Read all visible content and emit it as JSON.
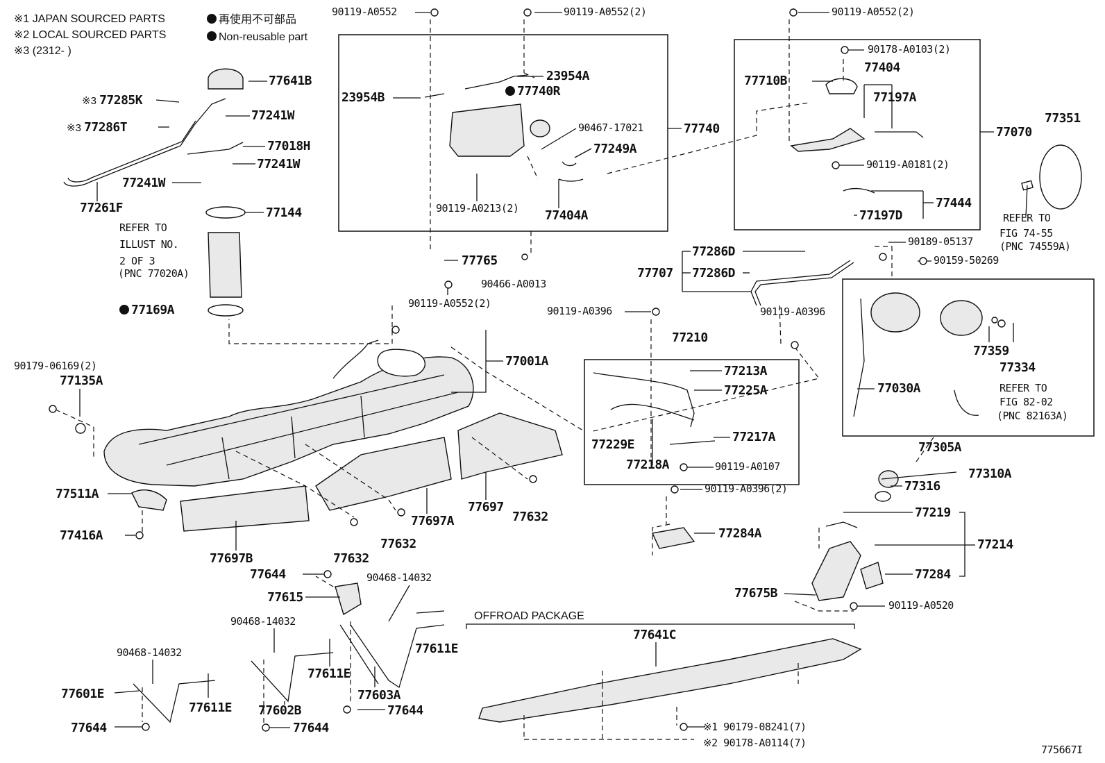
{
  "legend": {
    "note1": "※1 JAPAN SOURCED PARTS",
    "note2": "※2 LOCAL SOURCED PARTS",
    "note3": "※3 (2312-      )",
    "nonreusable_jp": "再使用不可部品",
    "nonreusable_en": "Non-reusable part"
  },
  "labels": {
    "p77641B": "77641B",
    "p77285K": "77285K",
    "p77286T": "77286T",
    "p77241W_1": "77241W",
    "p77018H": "77018H",
    "p77241W_2": "77241W",
    "p77241W_3": "77241W",
    "p77144": "77144",
    "p77261F": "77261F",
    "refer1": "REFER TO",
    "refer2": "ILLUST NO.",
    "refer3": "2 OF 3",
    "refer4": "(PNC 77020A)",
    "p77169A": "77169A",
    "b90119_A0552": "90119-A0552",
    "b90119_A0552_2a": "90119-A0552(2)",
    "p23954A": "23954A",
    "p23954B": "23954B",
    "p77740R": "77740R",
    "b90467_17021": "90467-17021",
    "p77740": "77740",
    "p77249A": "77249A",
    "b90119_A0213": "90119-A0213(2)",
    "p77404A": "77404A",
    "p77765": "77765",
    "b90466_A0013": "90466-A0013",
    "b90119_A0552_2b": "90119-A0552(2)",
    "b90119_A0552_2c": "90119-A0552(2)",
    "b90178_A0103": "90178-A0103(2)",
    "p77710B": "77710B",
    "p77404": "77404",
    "p77197A": "77197A",
    "p77070": "77070",
    "b90119_A0181": "90119-A0181(2)",
    "p77444": "77444",
    "p77197D": "77197D",
    "p77351": "77351",
    "refer5": "REFER TO",
    "refer6": "FIG 74-55",
    "refer7": "(PNC 74559A)",
    "p77286D_1": "77286D",
    "p77707": "77707",
    "p77286D_2": "77286D",
    "b90119_A0396_a": "90119-A0396",
    "b90119_A0396_b": "90119-A0396",
    "b90189_05137": "90189-05137",
    "b90159_50269": "90159-50269",
    "p77359": "77359",
    "p77334": "77334",
    "p77030A": "77030A",
    "refer8": "REFER TO",
    "refer9": "FIG 82-02",
    "refer10": "(PNC 82163A)",
    "p77305A": "77305A",
    "p77210": "77210",
    "p77213A": "77213A",
    "p77225A": "77225A",
    "p77229E": "77229E",
    "p77217A": "77217A",
    "p77218A": "77218A",
    "b90119_A0107": "90119-A0107",
    "b90119_A0396_2": "90119-A0396(2)",
    "p77284A": "77284A",
    "p77001A": "77001A",
    "b90179_06169": "90179-06169(2)",
    "p77135A": "77135A",
    "p77511A": "77511A",
    "p77416A": "77416A",
    "p77697B": "77697B",
    "p77632_1": "77632",
    "p77632_2": "77632",
    "p77697A": "77697A",
    "p77697": "77697",
    "p77632_3": "77632",
    "p77310A": "77310A",
    "p77316": "77316",
    "p77219": "77219",
    "p77214": "77214",
    "p77284": "77284",
    "p77675B": "77675B",
    "b90119_A0520": "90119-A0520",
    "p77644_1": "77644",
    "b90468_14032_a": "90468-14032",
    "p77615": "77615",
    "b90468_14032_b": "90468-14032",
    "p77611E_1": "77611E",
    "b90468_14032_c": "90468-14032",
    "p77611E_2": "77611E",
    "p77603A": "77603A",
    "p77601E": "77601E",
    "p77611E_3": "77611E",
    "p77602B": "77602B",
    "p77644_2": "77644",
    "p77644_3": "77644",
    "p77644_4": "77644",
    "offroad": "OFFROAD PACKAGE",
    "p77641C": "77641C",
    "b90179_08241": "※1 90179-08241(7)",
    "b90178_A0114": "※2 90178-A0114(7)",
    "figure_id": "775667I"
  }
}
